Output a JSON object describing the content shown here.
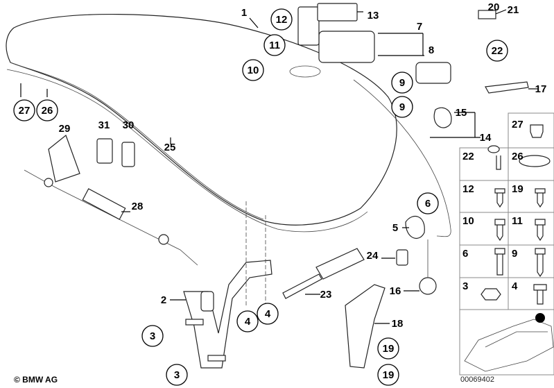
{
  "callouts": [
    {
      "number": "1",
      "circled": false
    },
    {
      "number": "13",
      "circled": false
    },
    {
      "number": "12",
      "circled": true
    },
    {
      "number": "11",
      "circled": true
    },
    {
      "number": "10",
      "circled": true
    },
    {
      "number": "7",
      "circled": false
    },
    {
      "number": "8",
      "circled": false
    },
    {
      "number": "20",
      "circled": false
    },
    {
      "number": "21",
      "circled": false
    },
    {
      "number": "22",
      "circled": true
    },
    {
      "number": "9",
      "circled": true
    },
    {
      "number": "9",
      "circled": true
    },
    {
      "number": "17",
      "circled": false
    },
    {
      "number": "15",
      "circled": false
    },
    {
      "number": "14",
      "circled": false
    },
    {
      "number": "27",
      "circled": true
    },
    {
      "number": "26",
      "circled": true
    },
    {
      "number": "29",
      "circled": false
    },
    {
      "number": "31",
      "circled": false
    },
    {
      "number": "30",
      "circled": false
    },
    {
      "number": "25",
      "circled": false
    },
    {
      "number": "28",
      "circled": false
    },
    {
      "number": "6",
      "circled": true
    },
    {
      "number": "5",
      "circled": false
    },
    {
      "number": "24",
      "circled": false
    },
    {
      "number": "16",
      "circled": false
    },
    {
      "number": "2",
      "circled": false
    },
    {
      "number": "23",
      "circled": false
    },
    {
      "number": "4",
      "circled": true
    },
    {
      "number": "4",
      "circled": true
    },
    {
      "number": "3",
      "circled": true
    },
    {
      "number": "3",
      "circled": true
    },
    {
      "number": "18",
      "circled": false
    },
    {
      "number": "19",
      "circled": true
    },
    {
      "number": "19",
      "circled": true
    }
  ],
  "hardware_grid": [
    "27",
    "22",
    "26",
    "12",
    "19",
    "10",
    "11",
    "6",
    "9",
    "3",
    "4"
  ],
  "copyright": "© BMW AG",
  "diagram_code": "00069402"
}
